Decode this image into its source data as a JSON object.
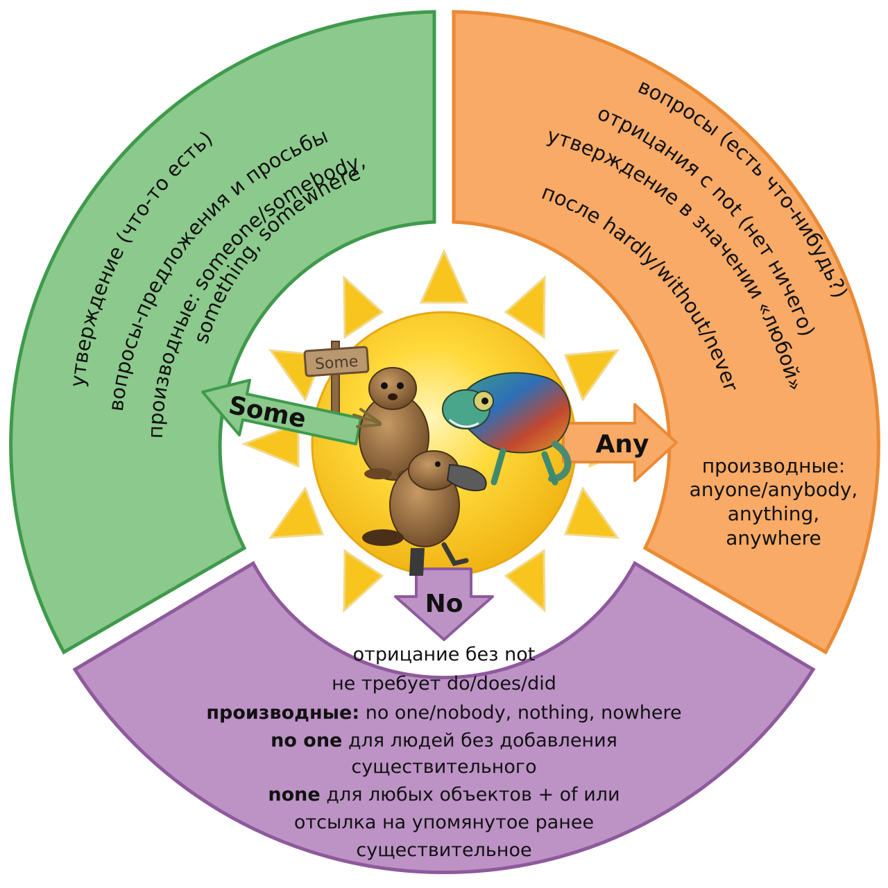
{
  "diagram": {
    "center": {
      "sign_text": "Some",
      "animals": [
        "marmot-icon",
        "chameleon-icon",
        "platypus-icon"
      ],
      "sun_color": "#f6c21a"
    },
    "arrows": {
      "some": {
        "label": "Some",
        "color": "#8cc98c"
      },
      "any": {
        "label": "Any",
        "color": "#f8aa66"
      },
      "no": {
        "label": "No",
        "color": "#bd93c6"
      }
    },
    "some_section": {
      "color": "#8cc98c",
      "lines": [
        "утверждение (что-то есть)",
        "вопросы-предложения и просьбы",
        "производные: someone/somebody,",
        "something, somewhere"
      ]
    },
    "any_section": {
      "color": "#f8aa66",
      "lines": [
        "вопросы (есть что-нибудь?)",
        "отрицания с not (нет ничего)",
        "утверждение в значении «любой»",
        "после hardly/without/never"
      ],
      "derivatives": [
        "производные:",
        "anyone/anybody,",
        "anything,",
        "anywhere"
      ]
    },
    "no_section": {
      "color": "#bd93c6",
      "line1": "отрицание без not",
      "line2": "не требует do/does/did",
      "line3_bold": "производные:",
      "line3_rest": " no one/nobody, nothing, nowhere",
      "line4_bold": "no one",
      "line4_rest": " для людей без добавления",
      "line5": "существительного",
      "line6_bold": "none",
      "line6_rest": " для любых объектов + of или",
      "line7": "отсылка на упомянутое ранее",
      "line8": "существительное"
    }
  }
}
